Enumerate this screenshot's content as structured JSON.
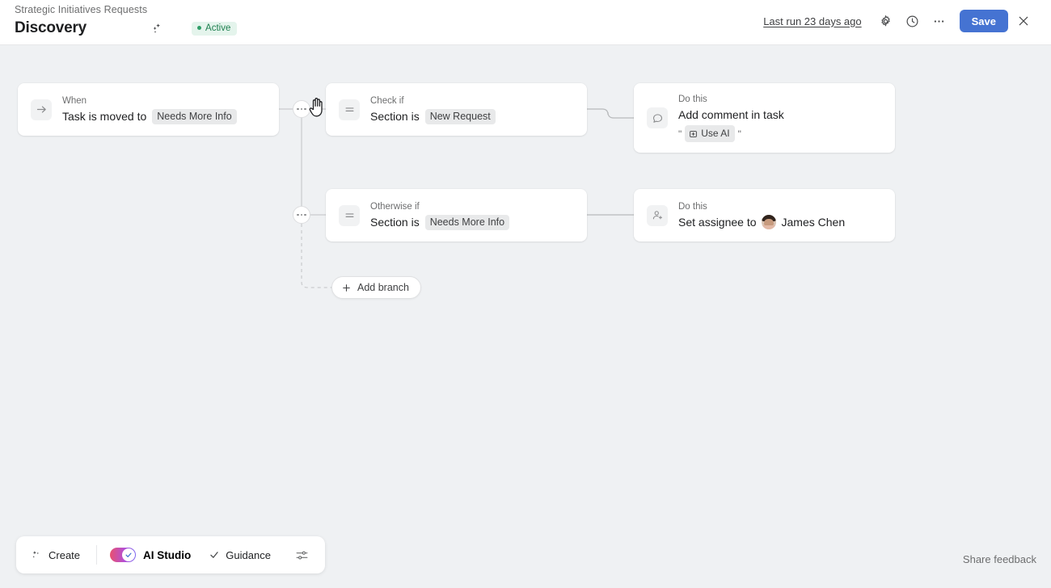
{
  "header": {
    "breadcrumb": "Strategic Initiatives Requests",
    "title": "Discovery",
    "sparkle_icon": "sparkles-icon",
    "status": {
      "label": "Active",
      "color": "#2f9e68"
    },
    "last_run": "Last run 23 days ago",
    "settings_icon": "gear-icon",
    "history_icon": "clock-icon",
    "more_icon": "ellipsis-icon",
    "save_label": "Save",
    "close_icon": "close-icon",
    "accent_color": "#4573d2"
  },
  "flow": {
    "trigger": {
      "icon": "arrow-right-icon",
      "kicker": "When",
      "text": "Task is moved to",
      "chip": "Needs More Info"
    },
    "branches": [
      {
        "condition": {
          "icon": "condition-lines-icon",
          "kicker": "Check if",
          "text": "Section is",
          "chip": "New Request"
        },
        "action": {
          "icon": "comment-icon",
          "kicker": "Do this",
          "text": "Add comment in task",
          "sub_prefix": "\"",
          "sub_chip": "Use AI",
          "sub_chip_icon": "add-box-icon",
          "sub_suffix": "\""
        }
      },
      {
        "condition": {
          "icon": "condition-lines-icon",
          "kicker": "Otherwise if",
          "text": "Section is",
          "chip": "Needs More Info"
        },
        "action": {
          "icon": "assignee-icon",
          "kicker": "Do this",
          "text": "Set assignee to",
          "assignee": "James Chen",
          "avatar": "avatar"
        }
      }
    ],
    "add_branch_label": "Add branch",
    "add_branch_icon": "plus-icon",
    "handle_icon": "ellipsis-handle-icon",
    "cursor": "hand-cursor"
  },
  "bottom_bar": {
    "create_label": "Create",
    "create_icon": "sparkle-create-icon",
    "ai_studio_label": "AI Studio",
    "ai_studio_toggle_on": true,
    "ai_studio_gradient": "#e8506f -> #7b66f0",
    "guidance_label": "Guidance",
    "guidance_icon": "check-icon",
    "sliders_icon": "sliders-icon"
  },
  "share_feedback": "Share feedback"
}
